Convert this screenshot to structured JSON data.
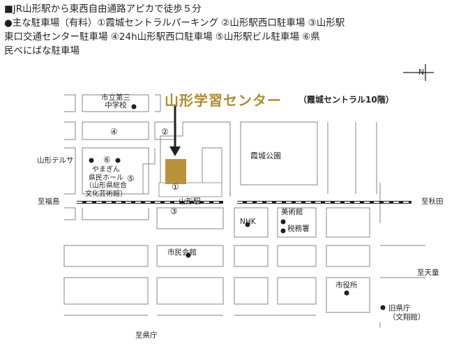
{
  "info": {
    "line1": "■JR山形駅から東西自由通路アピカで徒歩５分",
    "line2": "●主な駐車場（有料）①霞城セントラルパーキング ②山形駅西口駐車場 ③山形駅",
    "line3": "東口交通センター駐車場 ④24h山形駅西口駐車場 ⑤山形駅ビル駐車場 ⑥県",
    "line4": "民べにばな駐車場"
  },
  "compass": {
    "label": "N"
  },
  "title": "山形学習センター",
  "subtitle": "（霞城セントラル10階）",
  "labels": {
    "school": "市立第三\n中学校",
    "park": "霞城公園",
    "terrsa": "山形テルサ",
    "yamagin": "やまぎん\n県民ホール\n（山形県総合\n文化芸術館）",
    "station": "山形駅",
    "to_fukushima": "至福島",
    "to_akita": "至秋田",
    "nhk": "NHK",
    "museum": "美術館",
    "tax_office": "税務署",
    "civic_hall": "市民会館",
    "to_tendo": "至天童",
    "city_hall": "市役所",
    "old_pref_office": "旧県庁\n（文翔館）",
    "to_pref_office": "至県庁"
  },
  "parking": {
    "p1": "①",
    "p2": "②",
    "p3": "③",
    "p4": "④",
    "p5": "⑤",
    "p6": "⑥"
  },
  "colors": {
    "accent": "#b08b30",
    "building": "#b8933a",
    "road_line": "#9a9a9a",
    "text": "#231f20"
  }
}
